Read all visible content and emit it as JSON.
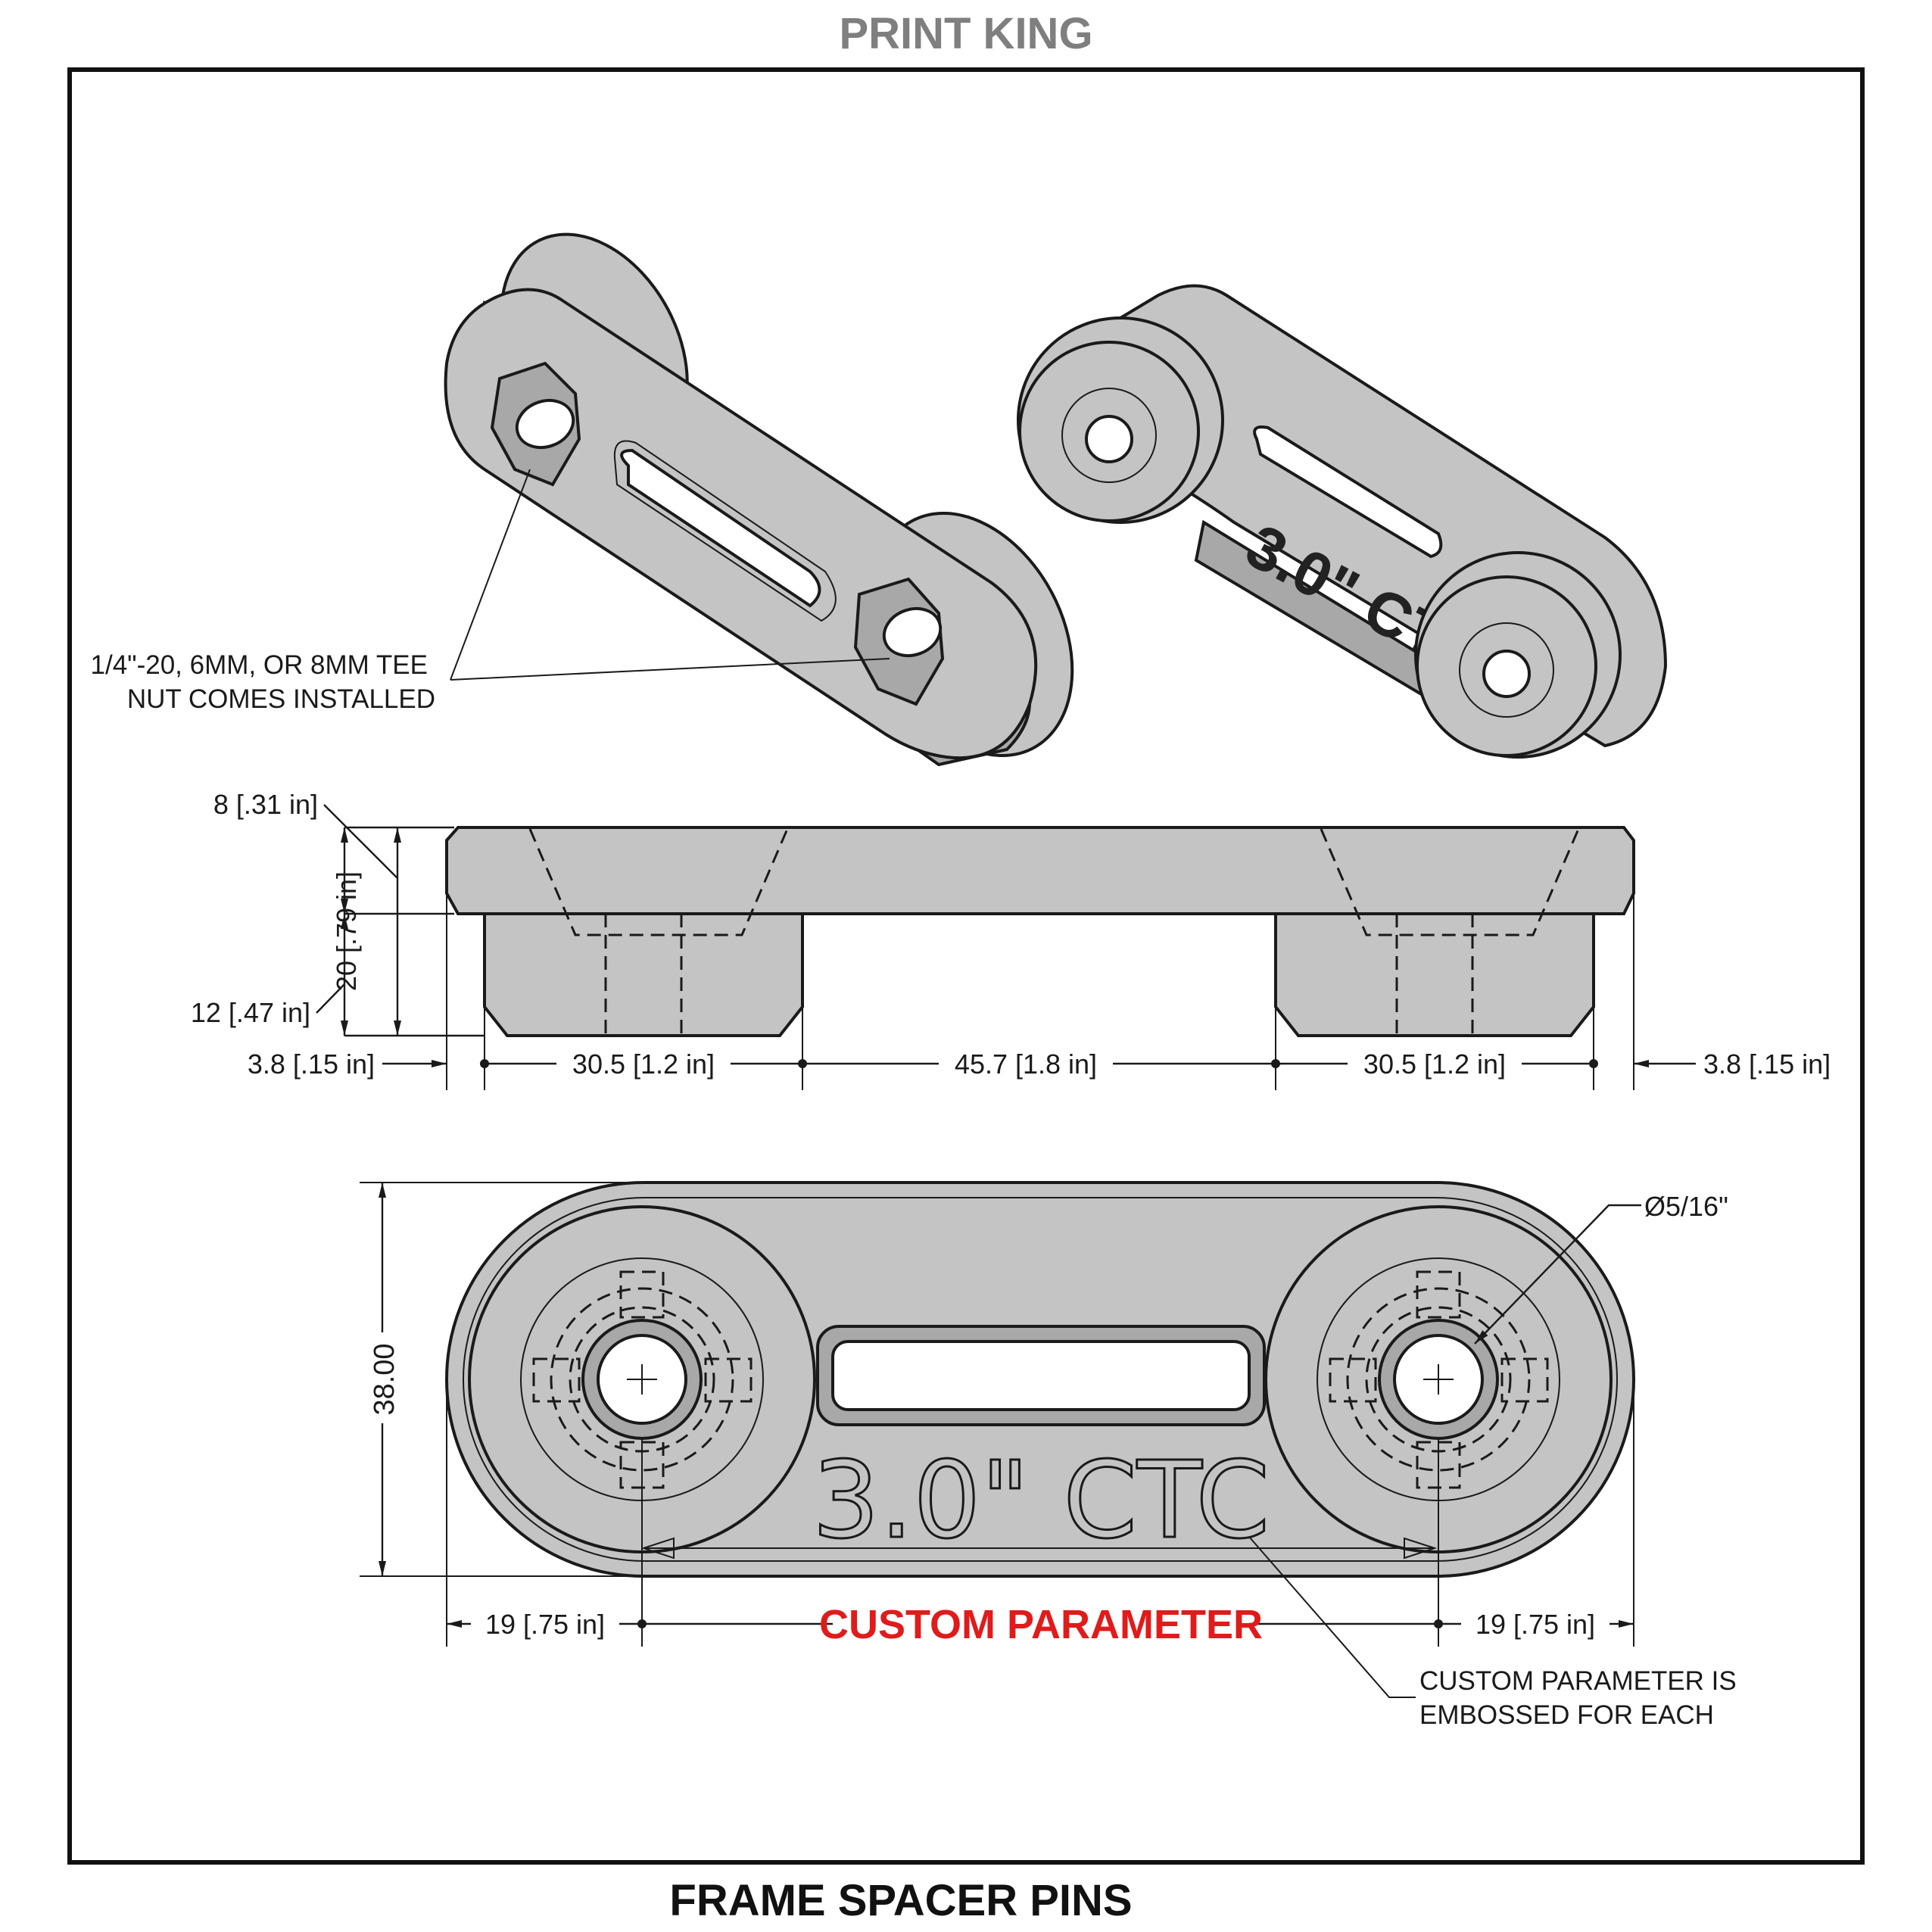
{
  "header": {
    "title": "PRINT KING",
    "title_color": "#7f7f7f"
  },
  "footer": {
    "title": "FRAME SPACER PINS"
  },
  "iso_views": {
    "callout_line1": "1/4\"-20, 6MM, OR 8MM TEE",
    "callout_line2": "NUT COMES INSTALLED",
    "embossed_text": "3.0\" CTC"
  },
  "side_view": {
    "dim_top_thickness": "8 [.31 in]",
    "dim_total_height": "20 [.79 in]",
    "dim_boss_height": "12 [.47 in]",
    "dim_edge_left": "3.8 [.15 in]",
    "dim_boss_left": "30.5 [1.2 in]",
    "dim_gap": "45.7 [1.8 in]",
    "dim_boss_right": "30.5 [1.2 in]",
    "dim_edge_right": "3.8 [.15 in]"
  },
  "top_view": {
    "dim_width": "38.00",
    "dim_hole": "Ø5/16\"",
    "embossed_text": "3.0\" CTC",
    "dim_end_left": "19 [.75 in]",
    "custom_parameter": "CUSTOM PARAMETER",
    "custom_parameter_color": "#e01b1b",
    "dim_end_right": "19 [.75 in]",
    "note_line1": "CUSTOM PARAMETER IS",
    "note_line2": "EMBOSSED FOR EACH"
  }
}
